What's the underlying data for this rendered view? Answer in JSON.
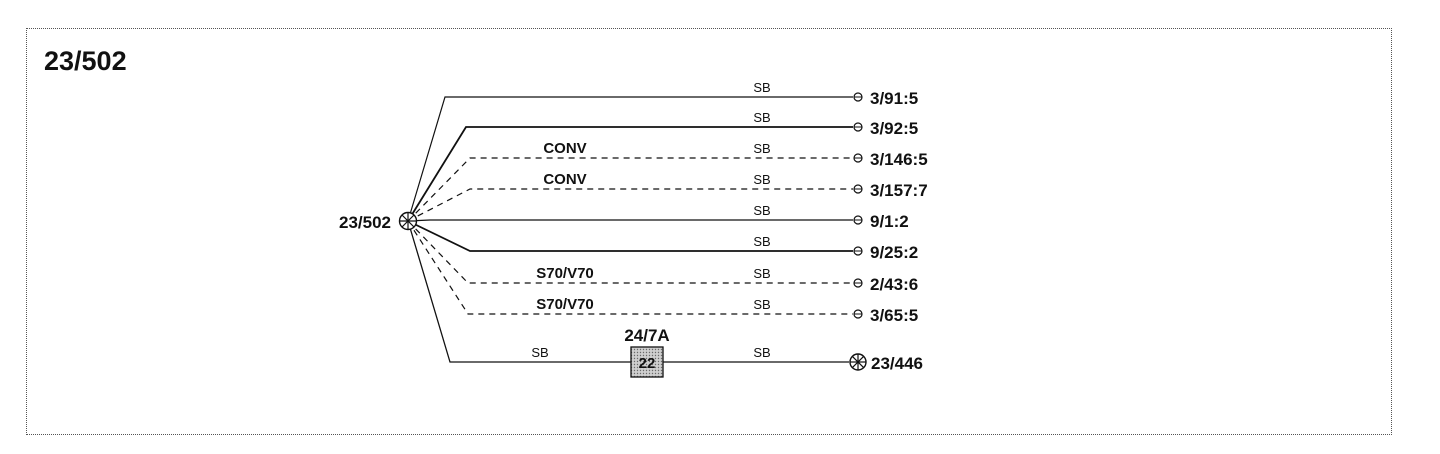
{
  "title": "23/502",
  "source": {
    "label": "23/502"
  },
  "branches": [
    {
      "destination": "3/91:5",
      "wire_color": "SB",
      "condition": "",
      "style": "solid"
    },
    {
      "destination": "3/92:5",
      "wire_color": "SB",
      "condition": "",
      "style": "solid"
    },
    {
      "destination": "3/146:5",
      "wire_color": "SB",
      "condition": "CONV",
      "style": "dashed"
    },
    {
      "destination": "3/157:7",
      "wire_color": "SB",
      "condition": "CONV",
      "style": "dashed"
    },
    {
      "destination": "9/1:2",
      "wire_color": "SB",
      "condition": "",
      "style": "solid"
    },
    {
      "destination": "9/25:2",
      "wire_color": "SB",
      "condition": "",
      "style": "solid"
    },
    {
      "destination": "2/43:6",
      "wire_color": "SB",
      "condition": "S70/V70",
      "style": "dashed"
    },
    {
      "destination": "3/65:5",
      "wire_color": "SB",
      "condition": "S70/V70",
      "style": "dashed"
    }
  ],
  "ground_branch": {
    "wire_color_before": "SB",
    "connector_label": "24/7A",
    "connector_pin": "22",
    "wire_color_after": "SB",
    "destination": "23/446"
  }
}
